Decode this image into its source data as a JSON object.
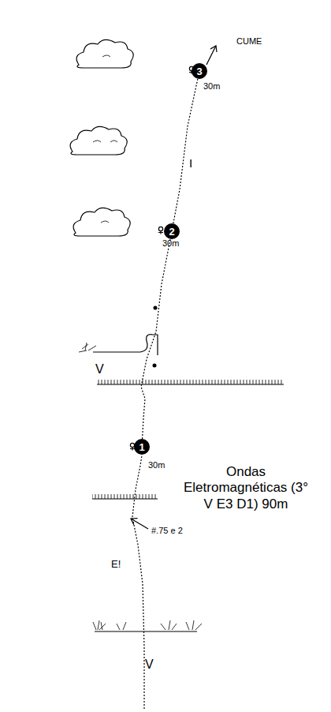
{
  "diagram": {
    "nodes": [
      {
        "text": [
          "1"
        ]
      },
      {
        "text": [
          "2"
        ]
      },
      {
        "text": [
          "3"
        ]
      }
    ],
    "edges": [
      {
        "from": 0,
        "to": 1,
        "arrow": "none"
      },
      {
        "from": 1,
        "to": 2,
        "arrow": "none"
      }
    ],
    "labels": [
      "CUME",
      "30m",
      "I",
      "30m",
      "V",
      "30m",
      "Ondas Eletromagnéticas (3° V E3 D1) 90m",
      "#.75 e 2",
      "E!",
      "V"
    ]
  }
}
